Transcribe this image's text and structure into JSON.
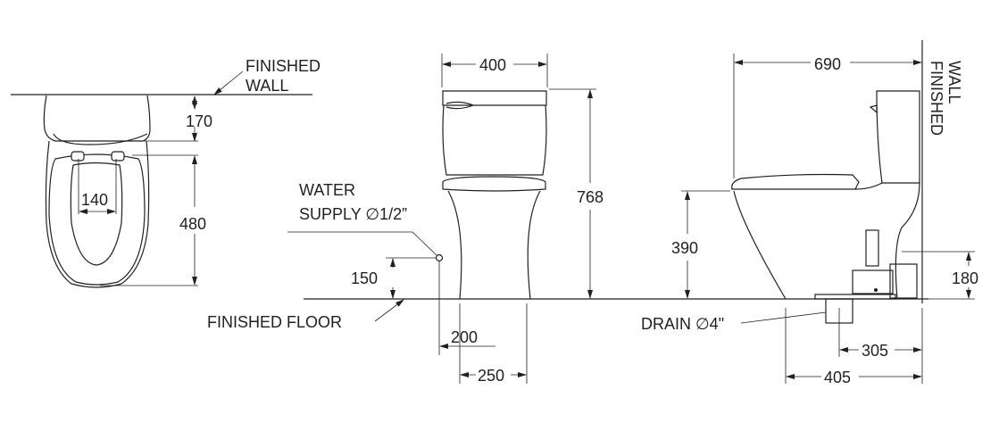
{
  "labels": {
    "finished_wall_top": [
      "FINISHED",
      "WALL"
    ],
    "finished_wall_side": [
      "FINISHED",
      "WALL"
    ],
    "water_supply": [
      "WATER",
      "SUPPLY  ∅1/2”"
    ],
    "finished_floor": "FINISHED FLOOR",
    "drain": "DRAIN  ∅4\""
  },
  "dimensions": {
    "top_view": {
      "wall_to_seat": "170",
      "seat_length": "480",
      "hinge_spacing": "140"
    },
    "front_view": {
      "width": "400",
      "height": "768",
      "supply_height": "150",
      "supply_offset": "200",
      "base_width": "250"
    },
    "side_view": {
      "depth": "690",
      "seat_height": "390",
      "outlet_height": "180",
      "drain_to_wall": "305",
      "front_to_wall": "405"
    }
  }
}
